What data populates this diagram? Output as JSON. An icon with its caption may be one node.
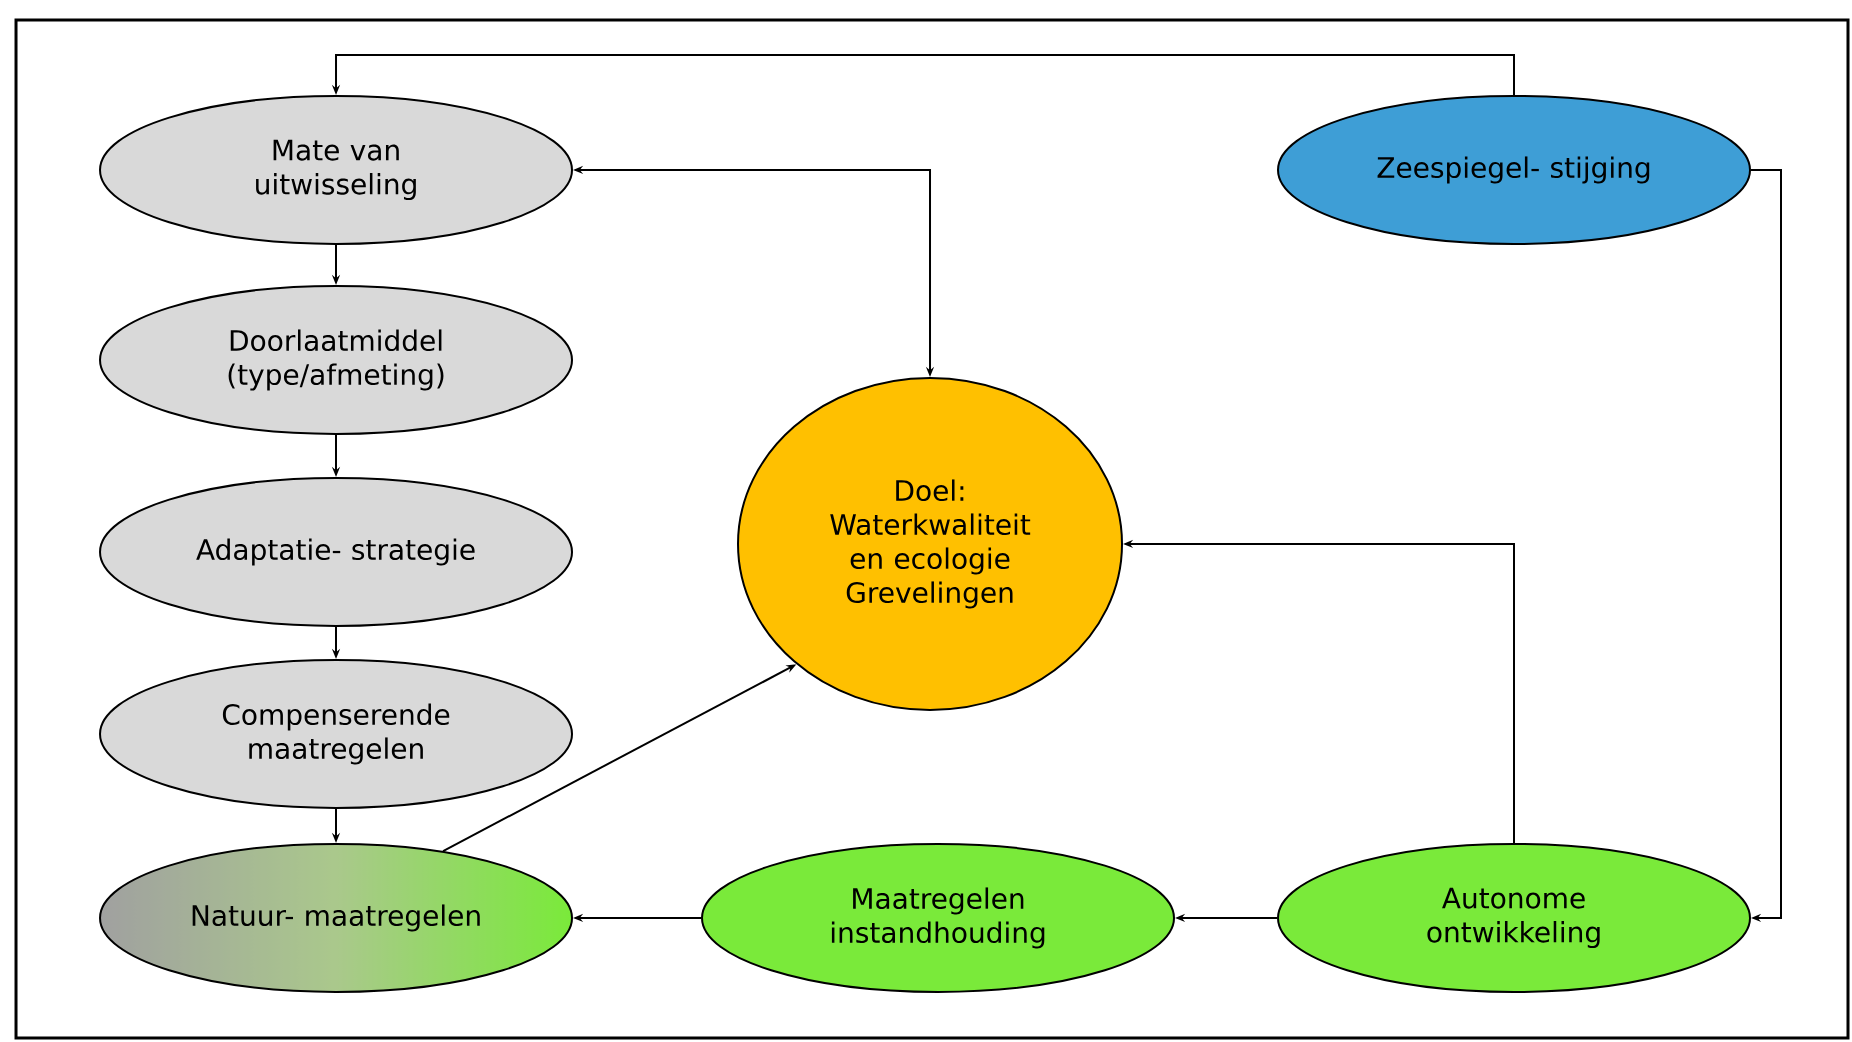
{
  "diagram": {
    "nodes": [
      {
        "text": [
          "Mate van uitwisseling"
        ]
      },
      {
        "text": [
          "Zeespiegel- stijging"
        ]
      },
      {
        "text": [
          "Doorlaatmiddel (type/afmeting)"
        ]
      },
      {
        "text": [
          "Doel: Waterkwaliteit en ecologie Grevelingen"
        ]
      },
      {
        "text": [
          "Adaptatie- strategie"
        ]
      },
      {
        "text": [
          "Compenserende maatregelen"
        ]
      },
      {
        "text": [
          "Natuur- maatregelen"
        ]
      },
      {
        "text": [
          "Maatregelen instandhouding"
        ]
      },
      {
        "text": [
          "Autonome ontwikkeling"
        ]
      }
    ],
    "edges": [
      {
        "from": 1,
        "to": 0,
        "arrow": "to"
      },
      {
        "from": 0,
        "to": 3,
        "arrow": "both"
      },
      {
        "from": 0,
        "to": 2,
        "arrow": "to"
      },
      {
        "from": 2,
        "to": 4,
        "arrow": "to"
      },
      {
        "from": 4,
        "to": 5,
        "arrow": "to"
      },
      {
        "from": 5,
        "to": 6,
        "arrow": "to"
      },
      {
        "from": 6,
        "to": 3,
        "arrow": "to"
      },
      {
        "from": 8,
        "to": 3,
        "arrow": "to"
      },
      {
        "from": 1,
        "to": 8,
        "arrow": "to"
      },
      {
        "from": 8,
        "to": 7,
        "arrow": "to"
      },
      {
        "from": 7,
        "to": 6,
        "arrow": "to"
      }
    ]
  }
}
